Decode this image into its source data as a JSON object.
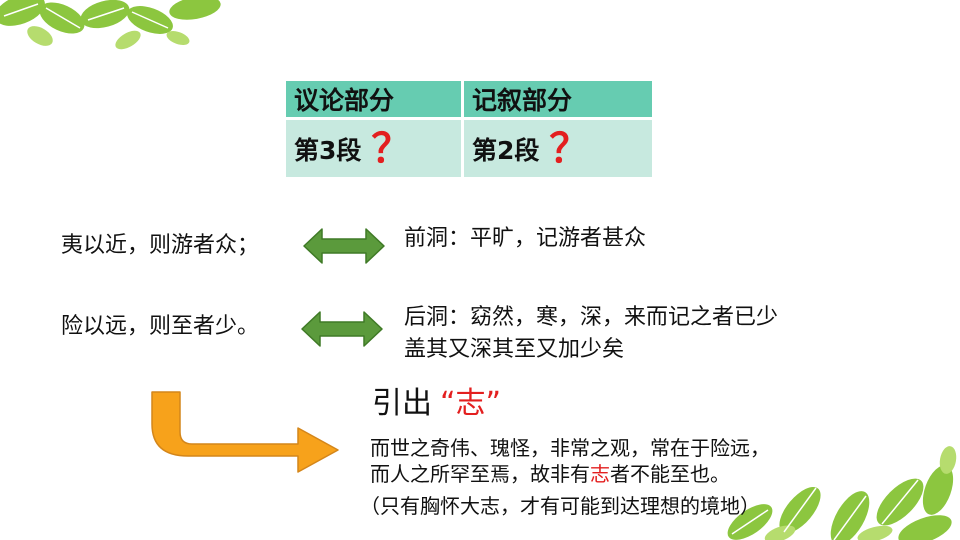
{
  "table": {
    "header_left": "议论部分",
    "header_right": "记叙部分",
    "row_left": "第3段",
    "row_right": "第2段",
    "question_mark": "？"
  },
  "left_lines": [
    "夷以近，则游者众；",
    "险以远，则至者少。"
  ],
  "right_lines": [
    "前洞：平旷，记游者甚众",
    "后洞：窈然，寒，深，来而记之者已少",
    "盖其又深其至又加少矣"
  ],
  "lead": {
    "prefix": "引出",
    "highlight": "“志”"
  },
  "quote": {
    "line1": "而世之奇伟、瑰怪，非常之观，常在于险远，",
    "line2_before": "而人之所罕至焉，故非有",
    "line2_highlight": "志",
    "line2_after": "者不能至也。"
  },
  "note": "（只有胸怀大志，才有可能到达理想的境地）",
  "colors": {
    "table_header": "#66ccb1",
    "table_body": "#c7e9df",
    "accent_red": "#e31f1f",
    "arrow_green": "#5b9a3c",
    "arrow_orange": "#f7a21b",
    "leaf_green": "#8cc63f"
  }
}
